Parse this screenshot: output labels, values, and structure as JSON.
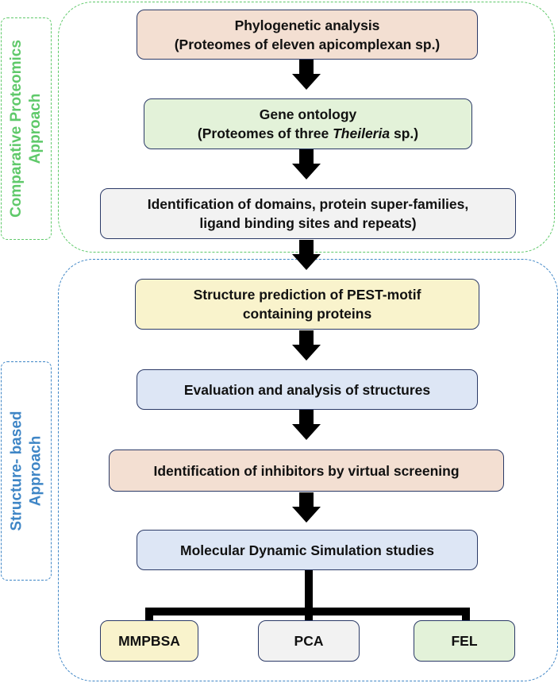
{
  "colors": {
    "proteomics_accent": "#5fc96a",
    "structure_accent": "#3f86c6",
    "tan": "#f3dfd2",
    "green": "#e3f2d9",
    "grey": "#f2f2f2",
    "yellow": "#f9f3cc",
    "blue": "#dde6f5",
    "arrow": "#000000"
  },
  "groups": {
    "proteomics": {
      "label_line1": "Comparative Proteomics",
      "label_line2": "Approach"
    },
    "structure": {
      "label_line1": "Structure- based",
      "label_line2": "Approach"
    }
  },
  "nodes": {
    "phylo": {
      "line1": "Phylogenetic analysis",
      "line2": "(Proteomes of eleven apicomplexan sp.)"
    },
    "gene": {
      "line1": "Gene ontology",
      "line2_pre": "(Proteomes of three ",
      "line2_italic": "Theileria",
      "line2_post": " sp.)"
    },
    "domains": {
      "line1": "Identification of domains, protein super-families,",
      "line2": "ligand binding sites and repeats)"
    },
    "pest": {
      "line1": "Structure prediction of PEST-motif",
      "line2": "containing proteins"
    },
    "eval": {
      "line1": "Evaluation and analysis of structures"
    },
    "inhib": {
      "line1": "Identification of inhibitors by virtual screening"
    },
    "md": {
      "line1": "Molecular Dynamic Simulation studies"
    },
    "mmpbsa": {
      "line1": "MMPBSA"
    },
    "pca": {
      "line1": "PCA"
    },
    "fel": {
      "line1": "FEL"
    }
  }
}
